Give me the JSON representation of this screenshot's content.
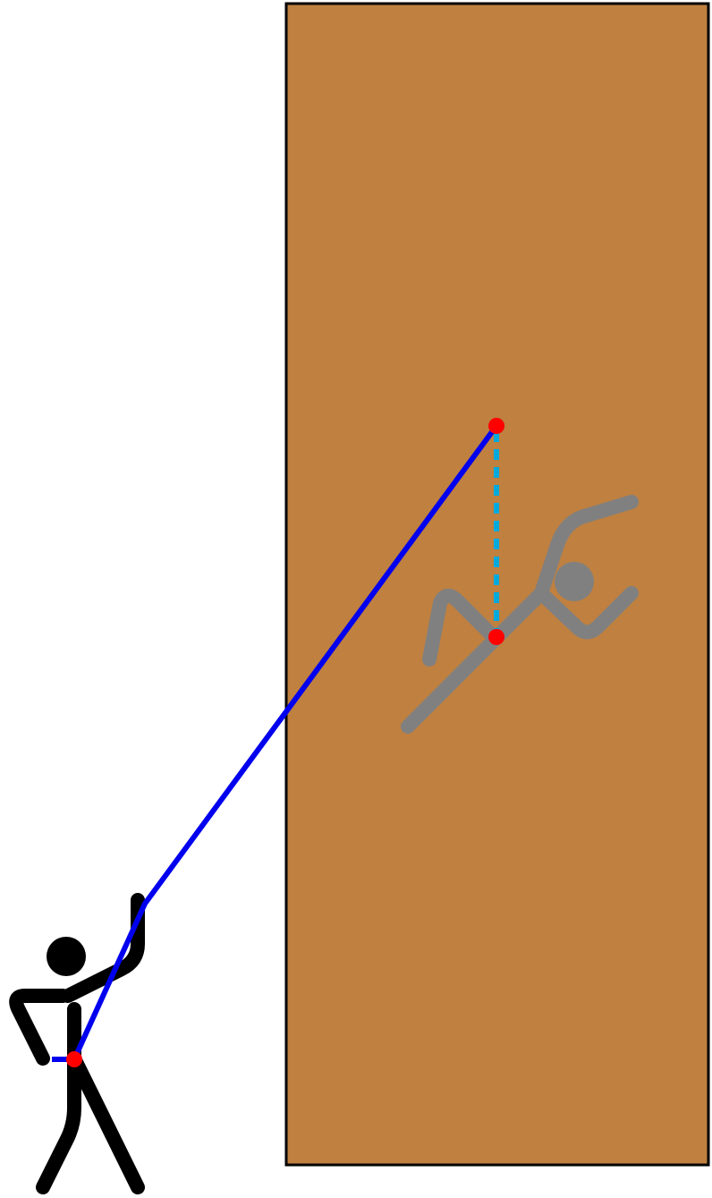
{
  "scene": {
    "colors": {
      "background": "#ffffff",
      "wall_fill": "#bf8040",
      "wall_outline": "#000000",
      "rope": "#0000ee",
      "slack_line": "#00aadd",
      "anchor_points": "#ff0000",
      "belayer": "#000000",
      "climber": "#808080"
    },
    "elements": {
      "wall": "climbing-wall",
      "belayer": "stick-figure-belayer",
      "climber": "stick-figure-climber",
      "rope": "belay-rope",
      "fall_line": "dotted-vertical-line",
      "points": [
        "top-anchor-point",
        "climber-harness-point",
        "belayer-harness-point"
      ]
    }
  }
}
